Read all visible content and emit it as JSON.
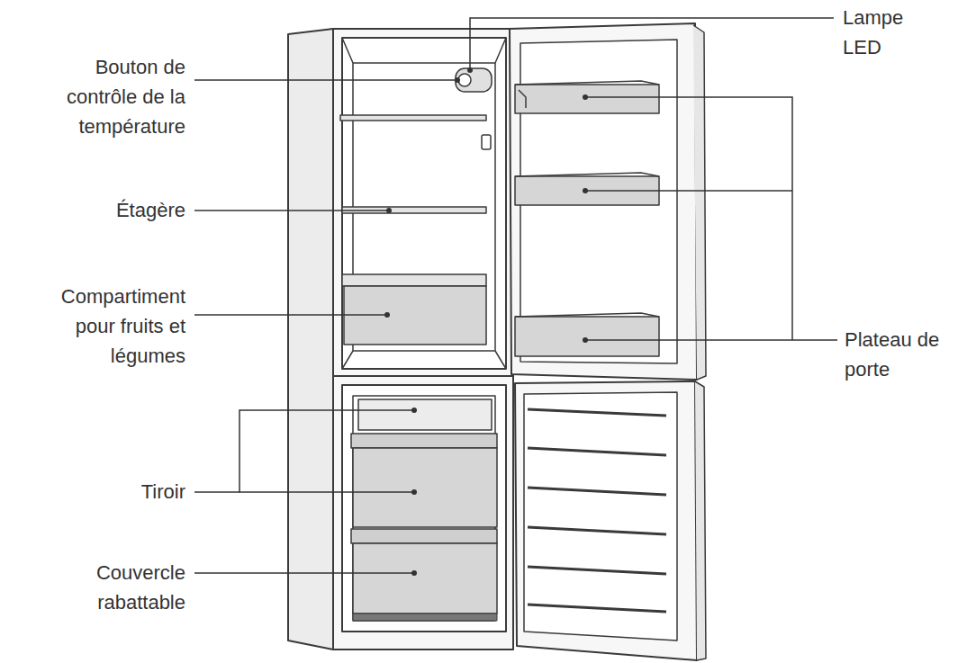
{
  "diagram": {
    "labels": [
      "Bouton de contrôle de la température",
      "Étagère",
      "Compartiment pour fruits et légumes",
      "Tiroir",
      "Couvercle rabattable",
      "Lampe LED",
      "Plateau de porte"
    ]
  }
}
